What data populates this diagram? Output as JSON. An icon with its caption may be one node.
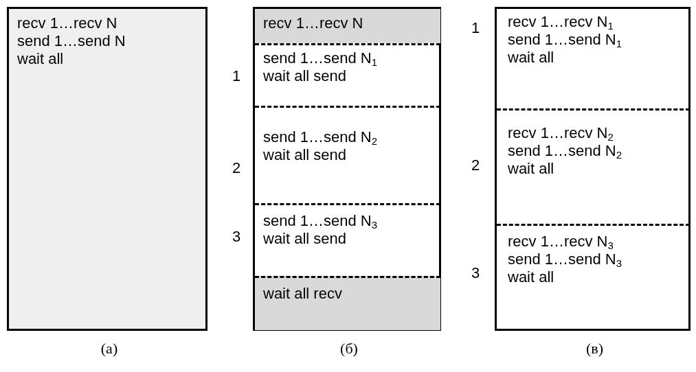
{
  "diagram": {
    "nodes": [
      {
        "text": [
          "recv 1…recv N",
          "send 1…send N",
          "wait all"
        ],
        "beside": [
          "(a)"
        ]
      },
      {
        "text": [],
        "shape": "box",
        "beside": [
          "(б)"
        ]
      },
      {
        "text": [
          "recv 1…recv N"
        ],
        "in": 1
      },
      {
        "text": [
          "send 1…send N$_{1}$",
          "wait all send"
        ],
        "in": 1
      },
      {
        "text": [
          "send 1…send N$_{2}$",
          "wait all send"
        ],
        "in": 1
      },
      {
        "text": [
          "send 1…send N$_{3}$",
          "wait all send"
        ],
        "in": 1
      },
      {
        "text": [
          "wait all recv"
        ],
        "in": 1
      },
      {
        "text": [],
        "shape": "box",
        "beside": [
          "(в)"
        ]
      },
      {
        "text": [
          "recv 1…recv N$_{1}$",
          "send 1…send N$_{1}$",
          "wait all"
        ],
        "in": 7
      },
      {
        "text": [
          "recv 1…recv N$_{2}$",
          "send 1…send N$_{2}$",
          "wait all"
        ],
        "in": 7
      },
      {
        "text": [
          "recv 1…recv N$_{3}$",
          "send 1…send N$_{3}$",
          "wait all"
        ],
        "in": 7
      }
    ],
    "labels": [
      "1",
      "2",
      "3",
      "1",
      "2",
      "3"
    ]
  }
}
